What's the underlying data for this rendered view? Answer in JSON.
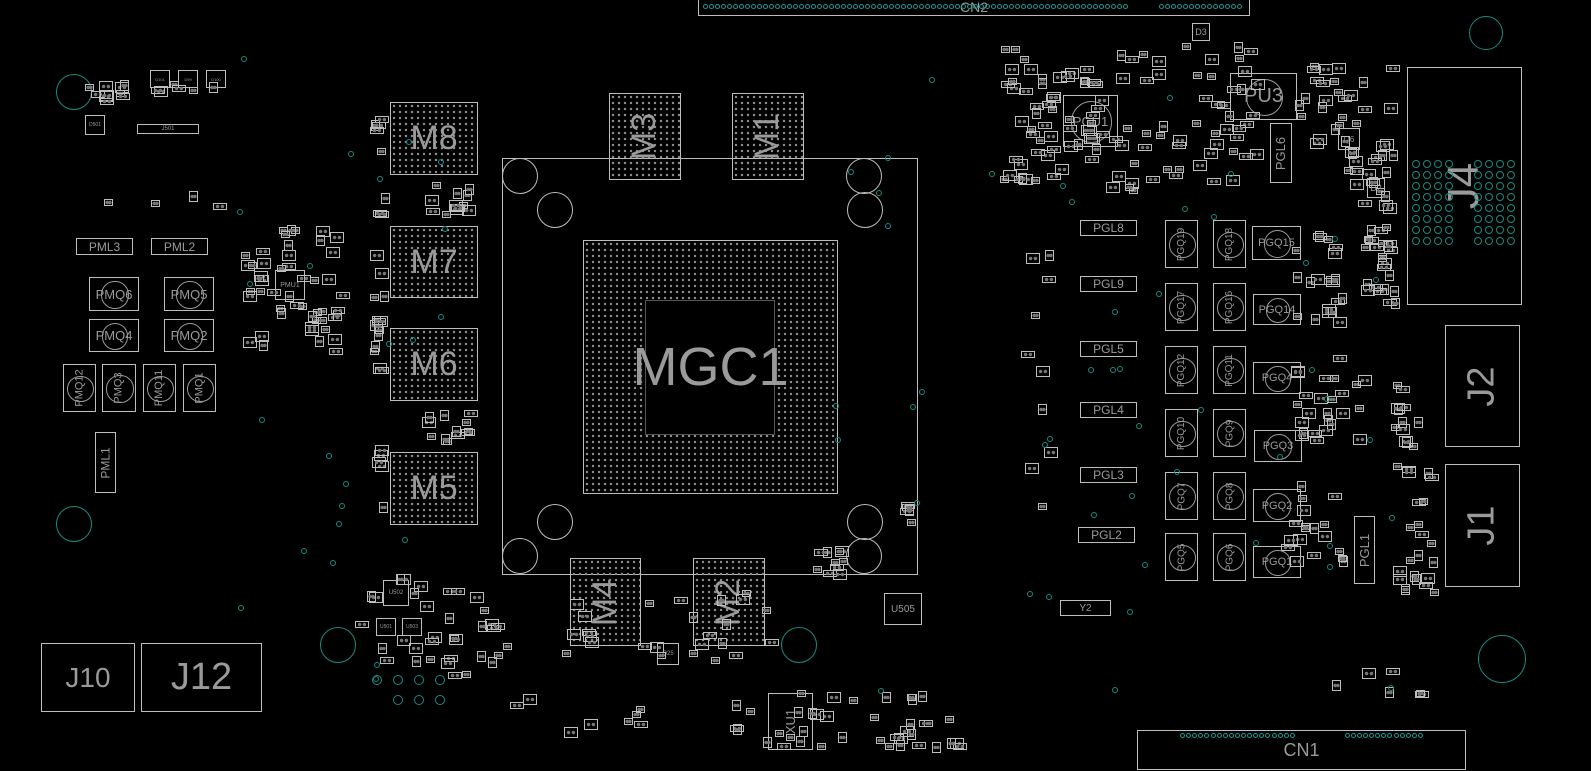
{
  "board": {
    "connectors": {
      "cn2": "CN2",
      "cn1": "CN1",
      "j4": "J4",
      "j2": "J2",
      "j1": "J1",
      "j10": "J10",
      "j12": "J12"
    },
    "main_chip": "MGC1",
    "memory": [
      "M8",
      "M7",
      "M6",
      "M5",
      "M3",
      "M1",
      "M4",
      "M2"
    ],
    "power_left": [
      "PMQ6",
      "PMQ5",
      "PMQ4",
      "PMQ2",
      "PMQ12",
      "PMQ3",
      "PMQ11",
      "PMQ1",
      "PML3",
      "PML2",
      "PML1",
      "PMU1"
    ],
    "power_right": [
      "PGL8",
      "PGL9",
      "PGL5",
      "PGL4",
      "PGL3",
      "PGL2",
      "PGL1",
      "PGL6",
      "PGU1",
      "PU3"
    ],
    "pgq": [
      "PGQ19",
      "PGQ18",
      "PGQ15",
      "PGQ17",
      "PGQ16",
      "PGQ14",
      "PGQ12",
      "PGQ11",
      "PGQ4",
      "PGQ10",
      "PGQ9",
      "PGQ3",
      "PGQ7",
      "PGQ8",
      "PGQ2",
      "PGQ5",
      "PGQ6",
      "PGQ1"
    ],
    "misc": [
      "XU1",
      "U505",
      "Y2",
      "U502",
      "U501",
      "U503",
      "Q25",
      "D501",
      "J501",
      "D101",
      "D99",
      "D100",
      "Q6",
      "D2",
      "D3"
    ],
    "colors": {
      "background": "#000000",
      "outline": "#bdbdbd",
      "label": "#9a9a9a",
      "hole": "#1a8a82"
    }
  }
}
